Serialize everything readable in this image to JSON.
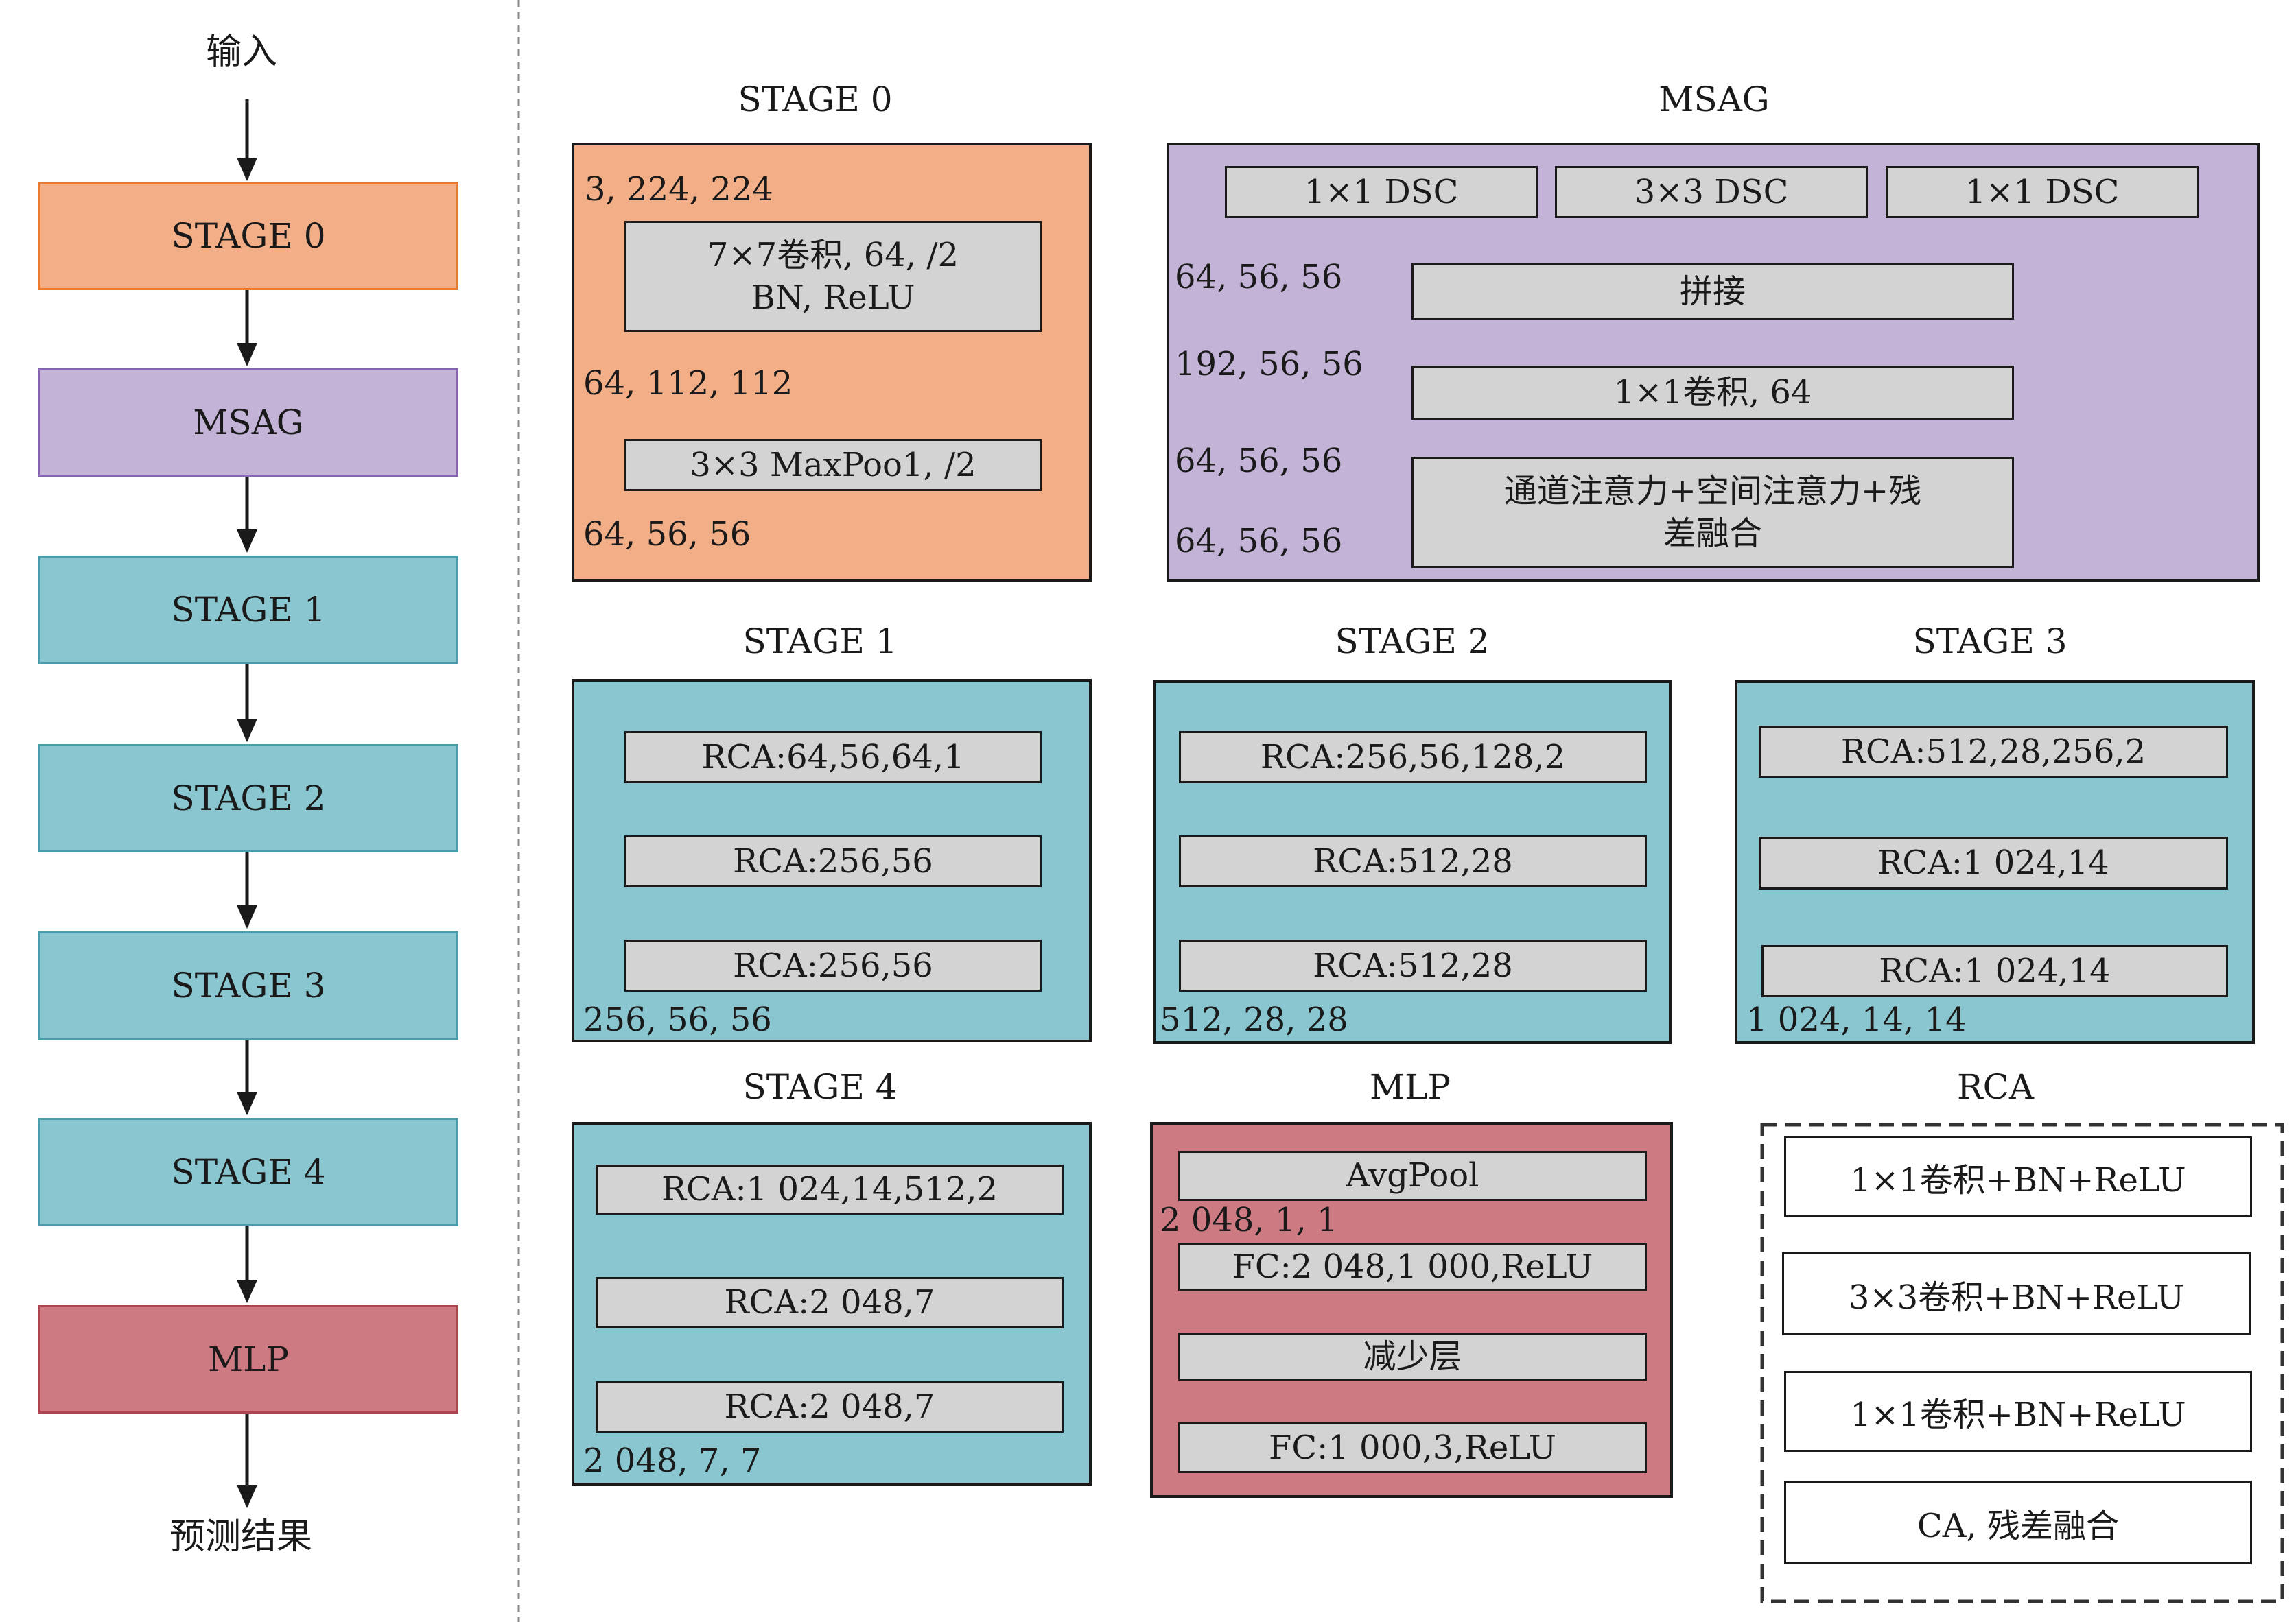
{
  "left_flow": {
    "input_label": "输入",
    "output_label": "预测结果",
    "stages": [
      "STAGE 0",
      "MSAG",
      "STAGE 1",
      "STAGE 2",
      "STAGE 3",
      "STAGE 4",
      "MLP"
    ]
  },
  "stage0": {
    "title": "STAGE 0",
    "dims": [
      "3, 224, 224",
      "64, 112, 112",
      "64, 56, 56"
    ],
    "box1_line1": "7×7卷积, 64, /2",
    "box1_line2": "BN, ReLU",
    "box2": "3×3 MaxPoo1, /2"
  },
  "msag": {
    "title": "MSAG",
    "top_boxes": [
      "1×1 DSC",
      "3×3 DSC",
      "1×1 DSC"
    ],
    "concat": "拼接",
    "conv": "1×1卷积, 64",
    "attention_line1": "通道注意力+空间注意力+残",
    "attention_line2": "差融合",
    "dims": [
      "64, 56, 56",
      "192, 56, 56",
      "64, 56, 56",
      "64, 56, 56"
    ]
  },
  "stage1": {
    "title": "STAGE 1",
    "boxes": [
      "RCA:64,56,64,1",
      "RCA:256,56",
      "RCA:256,56"
    ],
    "dim": "256, 56, 56"
  },
  "stage2": {
    "title": "STAGE 2",
    "boxes": [
      "RCA:256,56,128,2",
      "RCA:512,28",
      "RCA:512,28"
    ],
    "dim": "512, 28, 28"
  },
  "stage3": {
    "title": "STAGE 3",
    "boxes": [
      "RCA:512,28,256,2",
      "RCA:1 024,14",
      "RCA:1 024,14"
    ],
    "dim": "1 024, 14, 14"
  },
  "stage4": {
    "title": "STAGE 4",
    "boxes": [
      "RCA:1 024,14,512,2",
      "RCA:2 048,7",
      "RCA:2 048,7"
    ],
    "dim": "2 048, 7, 7"
  },
  "mlp": {
    "title": "MLP",
    "boxes": [
      "AvgPool",
      "FC:2 048,1 000,ReLU",
      "减少层",
      "FC:1 000,3,ReLU"
    ],
    "dim": "2 048, 1, 1"
  },
  "rca": {
    "title": "RCA",
    "boxes": [
      "1×1卷积+BN+ReLU",
      "3×3卷积+BN+ReLU",
      "1×1卷积+BN+ReLU",
      "CA, 残差融合"
    ]
  },
  "colors": {
    "orange_fill": "#f2ae87",
    "purple_fill": "#c3b3d7",
    "teal_fill": "#89c6d0",
    "red_fill": "#cd7a82",
    "gray_box": "#d3d3d3"
  }
}
